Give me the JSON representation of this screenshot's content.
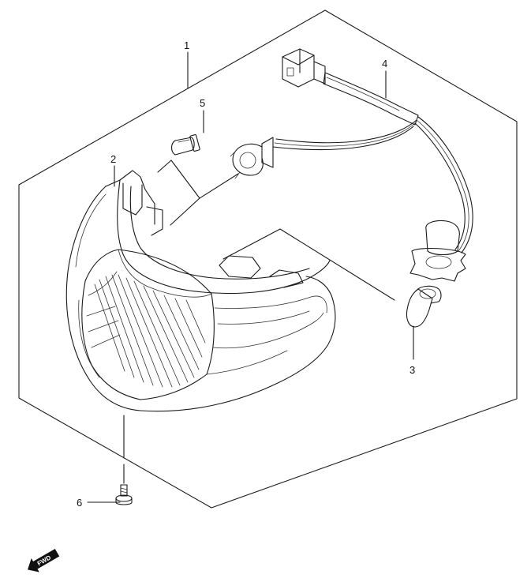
{
  "diagram": {
    "callouts": [
      {
        "id": "1",
        "text": "1"
      },
      {
        "id": "2",
        "text": "2"
      },
      {
        "id": "3",
        "text": "3"
      },
      {
        "id": "4",
        "text": "4"
      },
      {
        "id": "5",
        "text": "5"
      },
      {
        "id": "6",
        "text": "6"
      }
    ],
    "direction_badge": {
      "text": "FWD",
      "icon": "forward-arrow-icon"
    }
  }
}
